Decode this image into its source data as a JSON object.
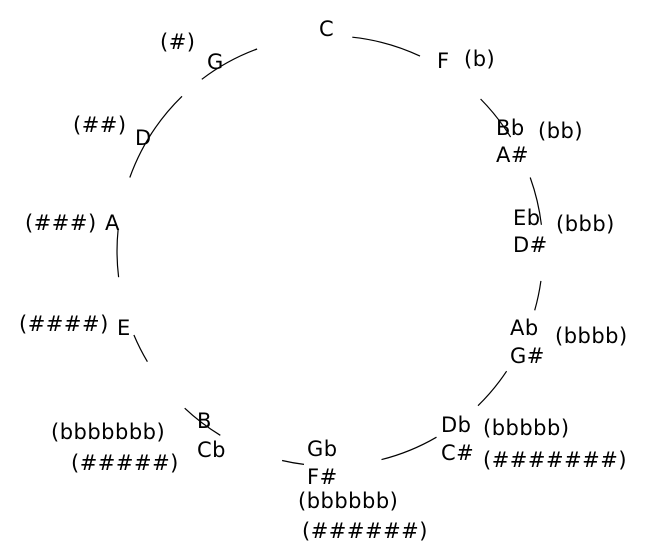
{
  "circle_of_fifths": {
    "C": {
      "note": "C"
    },
    "G": {
      "note": "G",
      "sig": "(#)"
    },
    "F": {
      "note": "F",
      "sig": "(b)"
    },
    "D": {
      "note": "D",
      "sig": "(##)"
    },
    "Bb": {
      "note": "Bb",
      "alt": "A#",
      "sig": "(bb)"
    },
    "A": {
      "note": "A",
      "sig": "(###)"
    },
    "Eb": {
      "note": "Eb",
      "alt": "D#",
      "sig": "(bbb)"
    },
    "E": {
      "note": "E",
      "sig": "(####)"
    },
    "Ab": {
      "note": "Ab",
      "alt": "G#",
      "sig": "(bbbb)"
    },
    "B": {
      "note": "B",
      "alt": "Cb",
      "sig": "(bbbbbbb)",
      "sig2": "(#####)"
    },
    "Db": {
      "note": "Db",
      "alt": "C#",
      "sig": "(bbbbb)",
      "sig2": "(#######)"
    },
    "Gb": {
      "note": "Gb",
      "alt": "F#",
      "sig": "(bbbbbb)",
      "sig2": "(######)"
    }
  }
}
